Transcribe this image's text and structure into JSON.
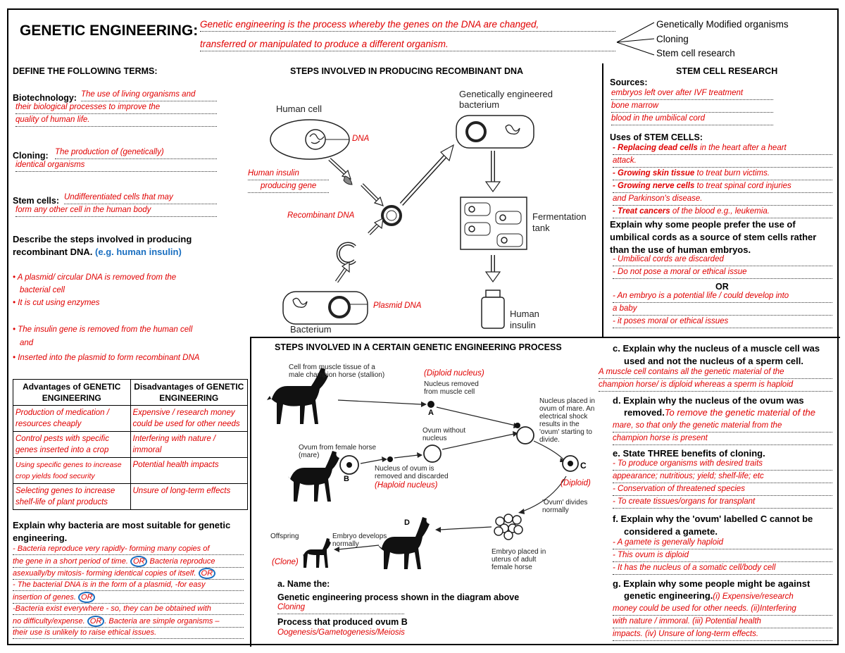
{
  "title": "GENETIC ENGINEERING:",
  "definition_lines": [
    "Genetic engineering is the process whereby the genes on the DNA are changed,",
    "transferred or manipulated to produce a different organism."
  ],
  "branches": [
    "Genetically Modified organisms",
    "Cloning",
    "Stem cell research"
  ],
  "define": {
    "heading": "DEFINE THE FOLLOWING TERMS:",
    "biotech_label": "Biotechnology:",
    "biotech_lines": [
      "The use of living organisms and",
      "their biological processes to improve the",
      "quality of human life."
    ],
    "cloning_label": "Cloning:",
    "cloning_lines": [
      "The production of (genetically)",
      "identical organisms"
    ],
    "stem_label": "Stem cells:",
    "stem_lines": [
      "Undifferentiated cells that may",
      "form any other cell in the human body"
    ],
    "describe_q1": "Describe the steps involved in producing",
    "describe_q2": "recombinant DNA.",
    "describe_eg": "(e.g. human insulin)",
    "steps": [
      "A plasmid/ circular DNA is removed from the",
      "bacterial cell",
      "It is cut using enzymes",
      "The insulin gene is removed from the human cell",
      "and",
      "Inserted into the plasmid to form recombinant DNA"
    ]
  },
  "table": {
    "headers": [
      "Advantages of GENETIC ENGINEERING",
      "Disadvantages of GENETIC ENGINEERING"
    ],
    "rows": [
      [
        "Production of medication / resources cheaply",
        "Expensive / research money could be used for other needs"
      ],
      [
        "Control pests with specific genes inserted into a crop",
        "Interfering with nature / immoral"
      ],
      [
        "Using specific genes to increase crop yields food security",
        "Potential health impacts"
      ],
      [
        "Selecting genes to increase shelf-life of plant products",
        "Unsure of long-term effects"
      ]
    ]
  },
  "bacteria": {
    "q1": "Explain why bacteria are most suitable for genetic",
    "q2": "engineering.",
    "lines": [
      "- Bacteria reproduce very rapidly- forming many copies of",
      "the gene in a short period of time.",
      "Bacteria reproduce",
      "asexually/by mitosis- forming identical copies of itself.",
      "- The bacterial DNA is in the form of a plasmid, -for easy",
      "insertion of genes.",
      "-Bacteria exist everywhere - so, they can be obtained with",
      "no difficulty/expense.",
      ". Bacteria are simple organisms –",
      "their use is unlikely to raise ethical issues."
    ],
    "or": "OR"
  },
  "recombinant": {
    "heading": "STEPS INVOLVED IN PRODUCING RECOMBINANT DNA",
    "human_cell": "Human cell",
    "dna": "DNA",
    "gene1": "Human insulin",
    "gene2": "producing gene",
    "recomb": "Recombinant DNA",
    "plasmid": "Plasmid DNA",
    "bacterium": "Bacterium",
    "ge1": "Genetically engineered",
    "ge2": "bacterium",
    "ferm1": "Fermentation",
    "ferm2": "tank",
    "insulin1": "Human",
    "insulin2": "insulin"
  },
  "stem": {
    "heading": "STEM CELL RESEARCH",
    "sources_label": "Sources:",
    "sources": [
      "embryos left over after IVF treatment",
      "bone marrow",
      "blood in the umbilical cord"
    ],
    "uses_label": "Uses of STEM CELLS:",
    "uses": [
      {
        "b": "- Replacing dead cells",
        "r": " in the heart after a heart"
      },
      {
        "b": "",
        "r": "attack."
      },
      {
        "b": "- Growing skin tissue",
        "r": " to treat burn victims."
      },
      {
        "b": "- Growing nerve cells",
        "r": " to treat spinal cord injuries"
      },
      {
        "b": "",
        "r": "and Parkinson's disease."
      },
      {
        "b": "- Treat cancers",
        "r": " of the blood e.g., leukemia."
      }
    ],
    "q": [
      "Explain why some people prefer the use of",
      "umbilical cords as a source of stem cells rather",
      "than the use of human embryos."
    ],
    "ans1": [
      "- Umbilical cords are discarded",
      "- Do not pose a moral or ethical issue"
    ],
    "or": "OR",
    "ans2": [
      "- An embryo is a potential life / could develop into",
      "a baby",
      "- it poses moral or ethical issues"
    ]
  },
  "process": {
    "heading": "STEPS INVOLVED IN A CERTAIN GENETIC ENGINEERING PROCESS",
    "cell_muscle": [
      "Cell from muscle tissue of a",
      "male champion horse (stallion)"
    ],
    "diploid_nucleus": "(Diploid nucleus)",
    "nucleus_removed": [
      "Nucleus removed",
      "from muscle cell"
    ],
    "label_a": "A",
    "ovum_without": [
      "Ovum without",
      "nucleus"
    ],
    "nucleus_placed": [
      "Nucleus placed in",
      "ovum of mare. An",
      "electrical shock",
      "results in the",
      "'ovum' starting to",
      "divide."
    ],
    "ovum_female": [
      "Ovum from female horse",
      "(mare)"
    ],
    "label_b": "B",
    "nucleus_ovum": [
      "Nucleus of ovum is",
      "removed and discarded"
    ],
    "haploid": "(Haploid nucleus)",
    "label_c": "C",
    "diploid": "(Diploid)",
    "ovum_divides": [
      "'Ovum' divides",
      "normally"
    ],
    "label_d": "D",
    "offspring": "Offspring",
    "embryo_develops": [
      "Embryo develops",
      "normally"
    ],
    "clone": "(Clone)",
    "embryo_placed": [
      "Embryo placed in",
      "uterus of adult",
      "female horse"
    ],
    "qa": "a. Name the:",
    "qa1": "Genetic engineering process shown in the diagram above",
    "qa1_ans": "Cloning",
    "qa2": "Process that produced ovum B",
    "qa2_ans": "Oogenesis/Gametogenesis/Meiosis"
  },
  "questions": {
    "c_q": [
      "c. Explain why the nucleus of a muscle cell was",
      "used and not the nucleus of a sperm cell."
    ],
    "c_a": [
      "A muscle cell contains all the genetic material of the",
      "champion horse/ is diploid whereas a sperm is haploid"
    ],
    "d_q": [
      "d. Explain why the nucleus of the ovum was",
      "removed."
    ],
    "d_a": [
      "To remove the genetic material of the",
      "mare, so that only the genetic material from the",
      "champion horse is present"
    ],
    "e_q": "e. State THREE benefits of cloning.",
    "e_a": [
      "- To produce organisms with desired traits",
      "appearance; nutritious; yield; shelf-life; etc",
      "- Conservation of threatened species",
      "- To create tissues/organs for transplant"
    ],
    "f_q": [
      "f. Explain why the 'ovum' labelled C cannot be",
      "considered a gamete."
    ],
    "f_a": [
      "- A gamete is generally haploid",
      "- This ovum is diploid",
      "- It has the nucleus of a somatic cell/body cell"
    ],
    "g_q": [
      "g. Explain why some people might be against",
      "genetic engineering."
    ],
    "g_a": [
      "(i) Expensive/research",
      "money could be used for other needs. (ii)Interfering",
      "with nature / immoral. (iii) Potential health",
      "impacts. (iv) Unsure of long-term effects."
    ]
  }
}
